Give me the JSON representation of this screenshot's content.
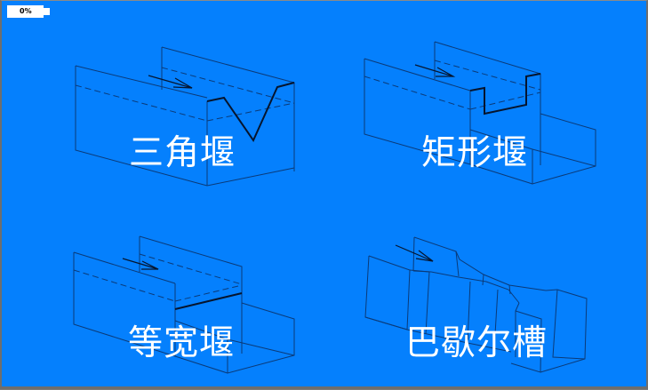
{
  "progress": {
    "value_text": "0%"
  },
  "colors": {
    "background": "#0580fd",
    "frame_border": "#6e6e6e",
    "edge_line": "#0b3a78",
    "crest_line": "#06152e",
    "label_text": "#ffffff"
  },
  "diagrams": [
    {
      "id": "triangular-weir",
      "label": "三角堰",
      "icon": "triangular-weir-diagram"
    },
    {
      "id": "rectangular-weir",
      "label": "矩形堰",
      "icon": "rectangular-weir-diagram"
    },
    {
      "id": "equal-width-weir",
      "label": "等宽堰",
      "icon": "equal-width-weir-diagram"
    },
    {
      "id": "parshall-flume",
      "label": "巴歇尔槽",
      "icon": "parshall-flume-diagram"
    }
  ]
}
